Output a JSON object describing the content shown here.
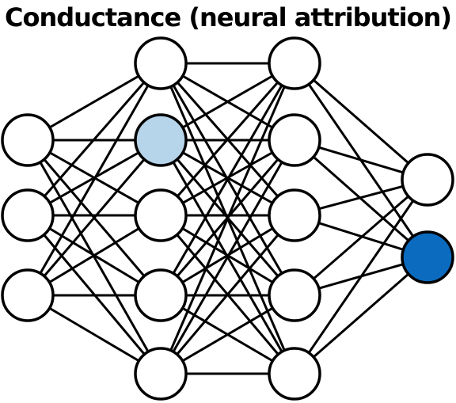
{
  "title": "Conductance (neural attribution)",
  "colors": {
    "default_node": "#ffffff",
    "hidden_highlight": "#b6d4ea",
    "output_highlight": "#0a6bbf",
    "edge": "#000000"
  },
  "network": {
    "layers": [
      {
        "name": "input",
        "nodes": [
          {
            "fill": "default_node"
          },
          {
            "fill": "default_node"
          },
          {
            "fill": "default_node"
          }
        ]
      },
      {
        "name": "hidden-1",
        "nodes": [
          {
            "fill": "default_node"
          },
          {
            "fill": "hidden_highlight"
          },
          {
            "fill": "default_node"
          },
          {
            "fill": "default_node"
          },
          {
            "fill": "default_node"
          }
        ]
      },
      {
        "name": "hidden-2",
        "nodes": [
          {
            "fill": "default_node"
          },
          {
            "fill": "default_node"
          },
          {
            "fill": "default_node"
          },
          {
            "fill": "default_node"
          },
          {
            "fill": "default_node"
          }
        ]
      },
      {
        "name": "output",
        "nodes": [
          {
            "fill": "default_node"
          },
          {
            "fill": "output_highlight"
          }
        ]
      }
    ],
    "connectivity": "fully-connected"
  }
}
